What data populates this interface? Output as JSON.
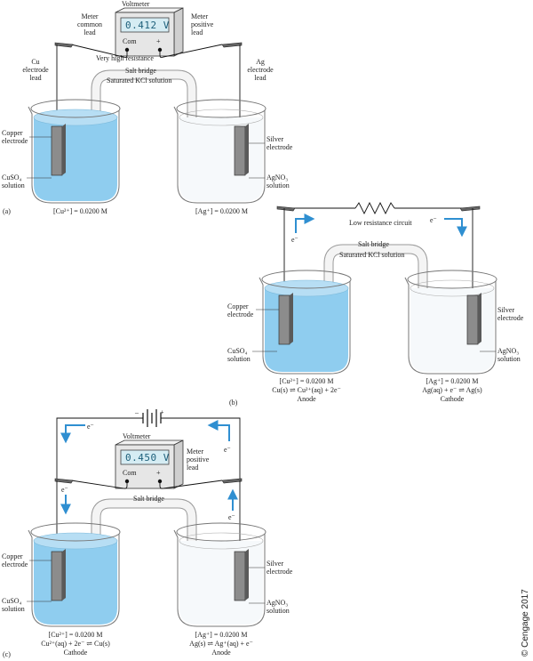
{
  "colors": {
    "solution": "#8fcdef",
    "solution_light": "#cfe9f8",
    "wire": "#111111",
    "arrow": "#2f8fd1",
    "meter_body": "#e6e6e6",
    "display": "#d5ecf3"
  },
  "panel_a": {
    "tag": "(a)",
    "voltmeter": {
      "title": "Voltmeter",
      "reading": "0.412 V",
      "com": "Com",
      "plus": "+",
      "resistance": "Very high resistance",
      "common_lead": [
        "Meter",
        "common",
        "lead"
      ],
      "positive_lead": [
        "Meter",
        "positive",
        "lead"
      ]
    },
    "cu_lead": [
      "Cu",
      "electrode",
      "lead"
    ],
    "ag_lead": [
      "Ag",
      "electrode",
      "lead"
    ],
    "salt_bridge": "Salt bridge",
    "bridge_solution": "Saturated KCl solution",
    "copper_electrode": [
      "Copper",
      "electrode"
    ],
    "silver_electrode": [
      "Silver",
      "electrode"
    ],
    "cuso4": [
      "CuSO₄",
      "solution"
    ],
    "agno3": [
      "AgNO₃",
      "solution"
    ],
    "cu_conc": "[Cu²⁺] = 0.0200 M",
    "ag_conc": "[Ag⁺] = 0.0200 M"
  },
  "panel_b": {
    "tag": "(b)",
    "circuit": "Low resistance circuit",
    "electron": "e⁻",
    "salt_bridge": "Salt bridge",
    "bridge_solution": "Saturated KCl solution",
    "copper_electrode": [
      "Copper",
      "electrode"
    ],
    "silver_electrode": [
      "Silver",
      "electrode"
    ],
    "cuso4": [
      "CuSO₄",
      "solution"
    ],
    "agno3": [
      "AgNO₃",
      "solution"
    ],
    "left_caption": [
      "[Cu²⁺] = 0.0200 M",
      "Cu(s) ⇌ Cu²⁺(aq) + 2e⁻",
      "Anode"
    ],
    "right_caption": [
      "[Ag⁺] = 0.0200 M",
      "Ag(aq) + e⁻ ⇌ Ag(s)",
      "Cathode"
    ]
  },
  "panel_c": {
    "tag": "(c)",
    "battery_minus": "–",
    "battery_plus": "+",
    "electron": "e⁻",
    "voltmeter": {
      "title": "Voltmeter",
      "reading": "0.450 V",
      "com": "Com",
      "plus": "+",
      "positive_lead": [
        "Meter",
        "positive",
        "lead"
      ]
    },
    "salt_bridge": "Salt bridge",
    "copper_electrode": [
      "Copper",
      "electrode"
    ],
    "silver_electrode": [
      "Silver",
      "electrode"
    ],
    "cuso4": [
      "CuSO₄",
      "solution"
    ],
    "agno3": [
      "AgNO₃",
      "solution"
    ],
    "left_caption": [
      "[Cu²⁺] = 0.0200 M",
      "Cu²⁺(aq) + 2e⁻ ⇌ Cu(s)",
      "Cathode"
    ],
    "right_caption": [
      "[Ag⁺] = 0.0200 M",
      "Ag(s) ⇌ Ag⁺(aq) + e⁻",
      "Anode"
    ]
  },
  "copyright": "© Cengage 2017"
}
